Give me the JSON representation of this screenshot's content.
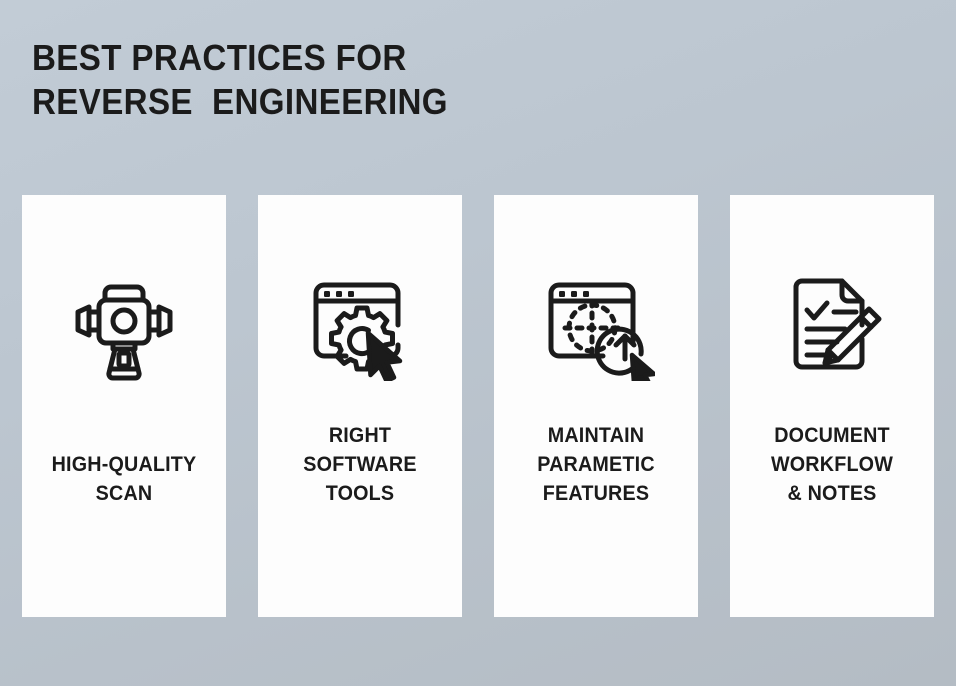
{
  "poster": {
    "background_color": "#bdc7d1",
    "text_color": "#1b1b1b",
    "card_color": "#fdfdfd",
    "title": {
      "line1": "BEST PRACTICES FOR",
      "line2": "REVERSE  ENGINEERING"
    }
  },
  "cards": [
    {
      "id": "high-quality-scan",
      "icon": "3d-scanner-icon",
      "label_lines": [
        "HIGH-QUALITY",
        "SCAN"
      ]
    },
    {
      "id": "right-software-tools",
      "icon": "browser-gear-cursor-icon",
      "label_lines": [
        "RIGHT",
        "SOFTWARE",
        "TOOLS"
      ]
    },
    {
      "id": "maintain-parametic-features",
      "icon": "browser-target-upload-cursor-icon",
      "label_lines": [
        "MAINTAIN",
        "PARAMETIC",
        "FEATURES"
      ]
    },
    {
      "id": "document-workflow-notes",
      "icon": "document-checklist-pencil-icon",
      "label_lines": [
        "DOCUMENT",
        "WORKFLOW",
        "& NOTES"
      ]
    }
  ]
}
